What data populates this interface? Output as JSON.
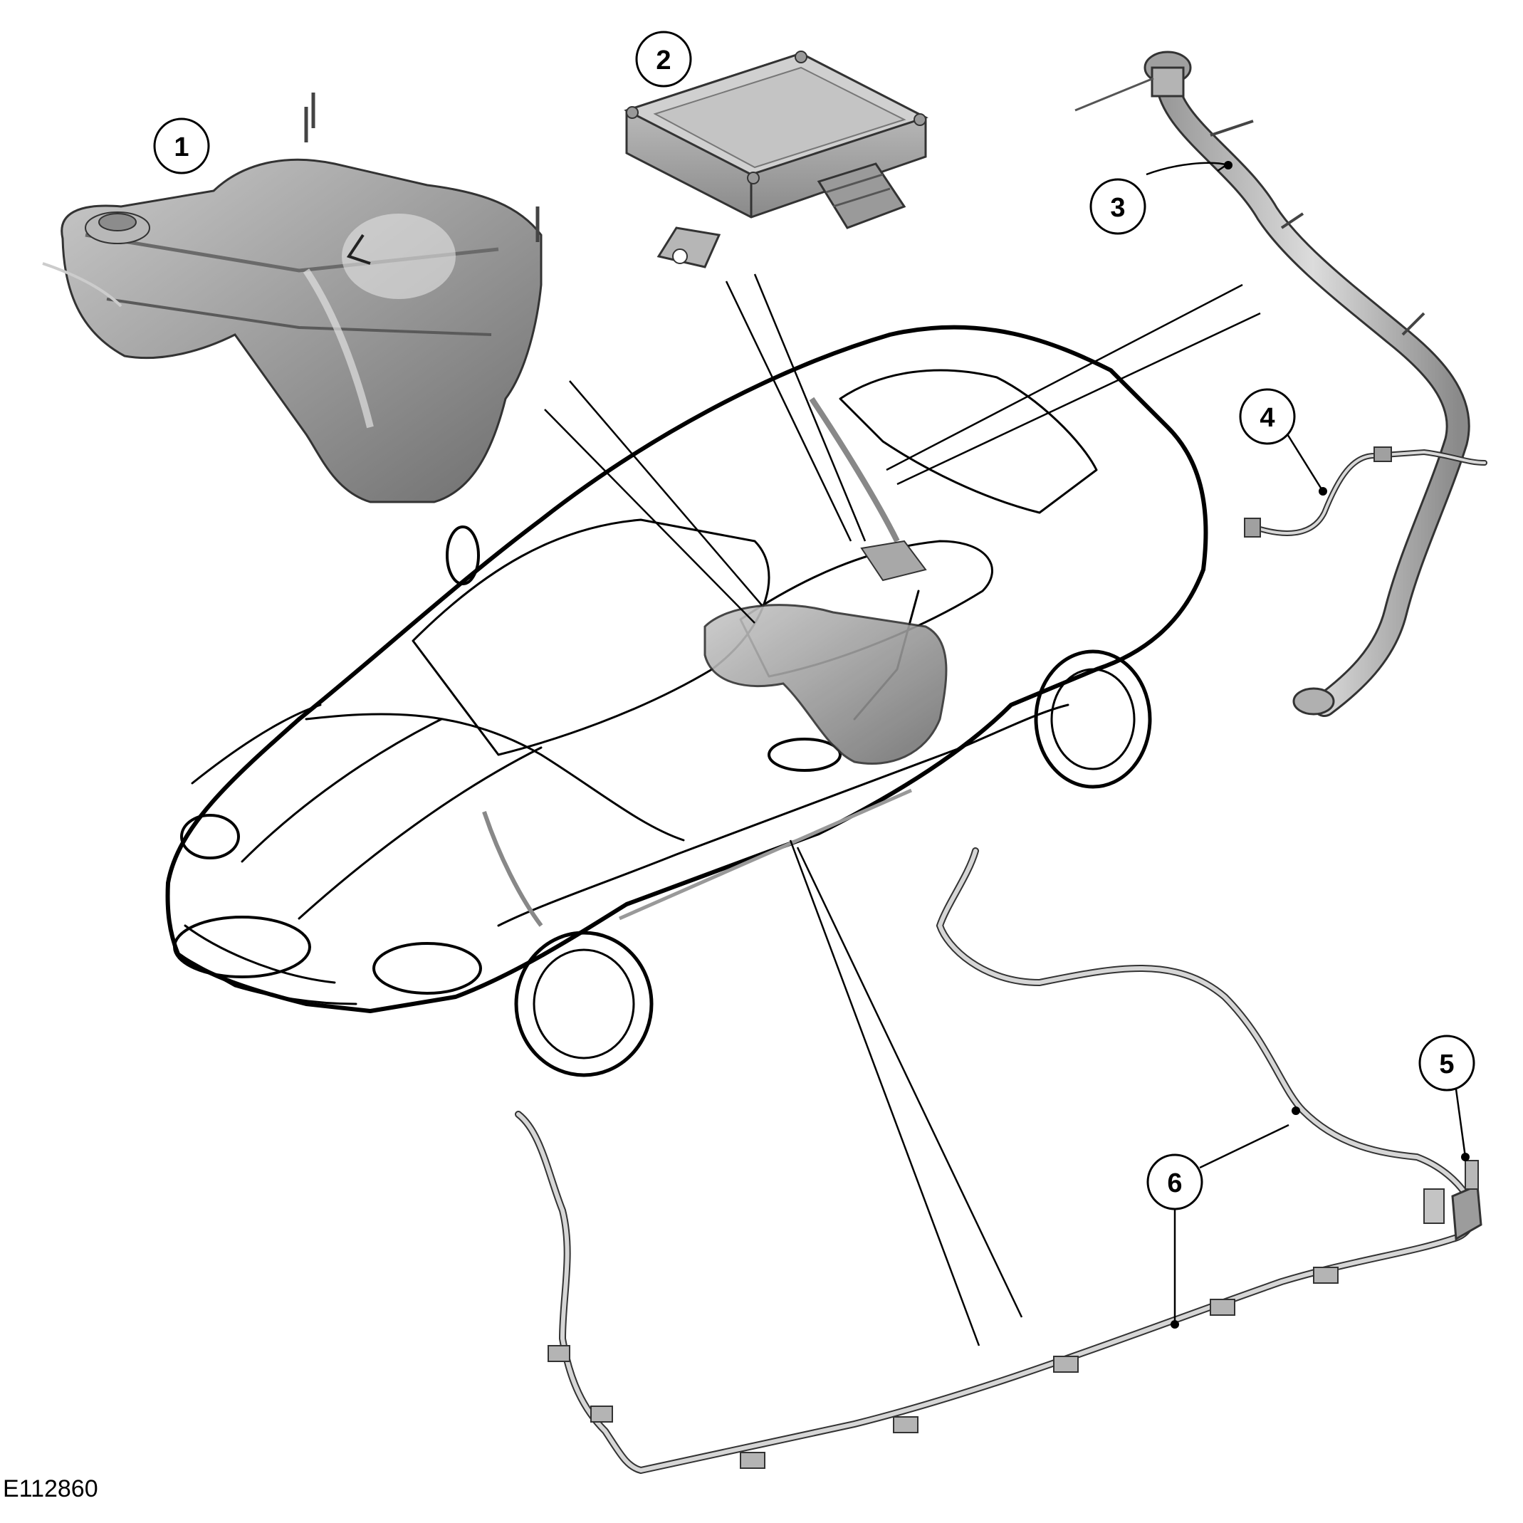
{
  "figure": {
    "id": "E112860"
  },
  "callouts": [
    {
      "number": "1",
      "part": "fuel-tank"
    },
    {
      "number": "2",
      "part": "control-module"
    },
    {
      "number": "3",
      "part": "filler-pipe"
    },
    {
      "number": "4",
      "part": "harness"
    },
    {
      "number": "5",
      "part": "connector"
    },
    {
      "number": "6",
      "part": "fuel-line"
    }
  ],
  "colors": {
    "line": "#000000",
    "part_fill": "#a8a8a8",
    "part_shade": "#7e7e7e",
    "part_light": "#d6d6d6",
    "background": "#ffffff"
  }
}
